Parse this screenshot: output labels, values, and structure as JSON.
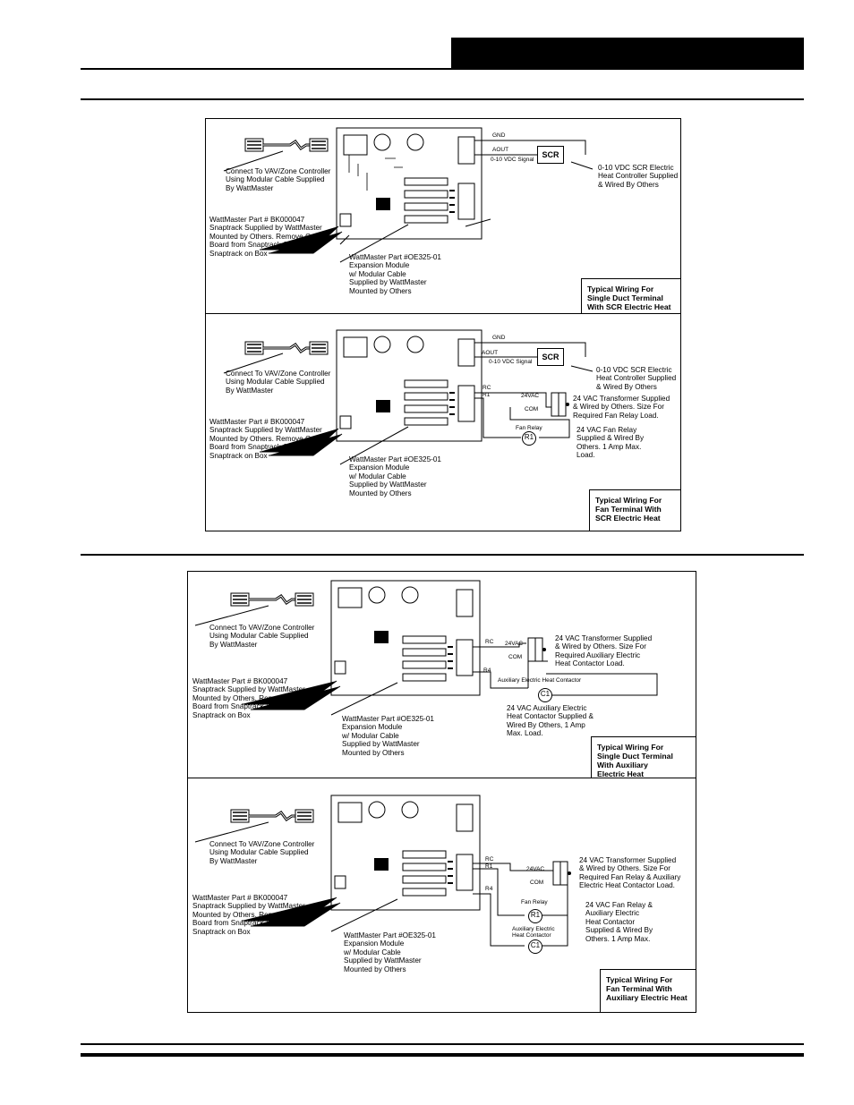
{
  "common": {
    "connect_label": "Connect To VAV/Zone Controller\nUsing Modular Cable Supplied\nBy WattMaster",
    "snaptrack_label": "WattMaster Part # BK000047\nSnaptrack Supplied by WattMaster\nMounted by Others. Remove Control\nBoard from Snaptrack & Mount\nSnaptrack on Box",
    "expansion_label": "WattMaster Part #OE325-01\nExpansion Module\nw/ Modular Cable\nSupplied by WattMaster\nMounted by Others",
    "gnd": "GND",
    "aout": "AOUT",
    "signal": "0-10 VDC Signal",
    "scr": "SCR",
    "scr_desc": "0-10 VDC SCR Electric\nHeat Controller Supplied\n& Wired By Others",
    "rc": "RC",
    "r1": "R1",
    "r4": "R4",
    "vac24": "24VAC",
    "com": "COM",
    "fan_relay": "Fan Relay",
    "r1_circle": "R1",
    "c1_circle": "C1"
  },
  "diagrams": [
    {
      "caption": "Typical Wiring For\nSingle Duct Terminal\nWith SCR Electric Heat"
    },
    {
      "caption": "Typical Wiring For\nFan Terminal With\nSCR Electric Heat",
      "transformer_desc": "24 VAC Transformer Supplied\n& Wired by Others. Size For\nRequired Fan Relay Load.",
      "relay_desc": "24 VAC Fan Relay\nSupplied & Wired By\nOthers. 1 Amp Max.\nLoad."
    },
    {
      "caption": "Typical Wiring For\nSingle Duct Terminal\nWith Auxiliary\nElectric Heat",
      "transformer_desc": "24 VAC Transformer Supplied\n& Wired by Others. Size For\nRequired Auxiliary Electric\nHeat Contactor Load.",
      "contactor_label": "Auxiliary Electric Heat Contactor",
      "contactor_desc": "24 VAC Auxiliary Electric\nHeat Contactor Supplied &\nWired By Others, 1 Amp\nMax. Load."
    },
    {
      "caption": "Typical Wiring For\nFan Terminal With\nAuxiliary Electric Heat",
      "transformer_desc": "24 VAC Transformer Supplied\n& Wired by Others. Size For\nRequired Fan Relay & Auxiliary\nElectric Heat Contactor Load.",
      "contactor_label": "Auxiliary Electric\nHeat Contactor",
      "relay_desc": "24 VAC Fan Relay &\nAuxiliary Electric\nHeat Contactor\nSupplied & Wired By\nOthers. 1 Amp Max."
    }
  ]
}
